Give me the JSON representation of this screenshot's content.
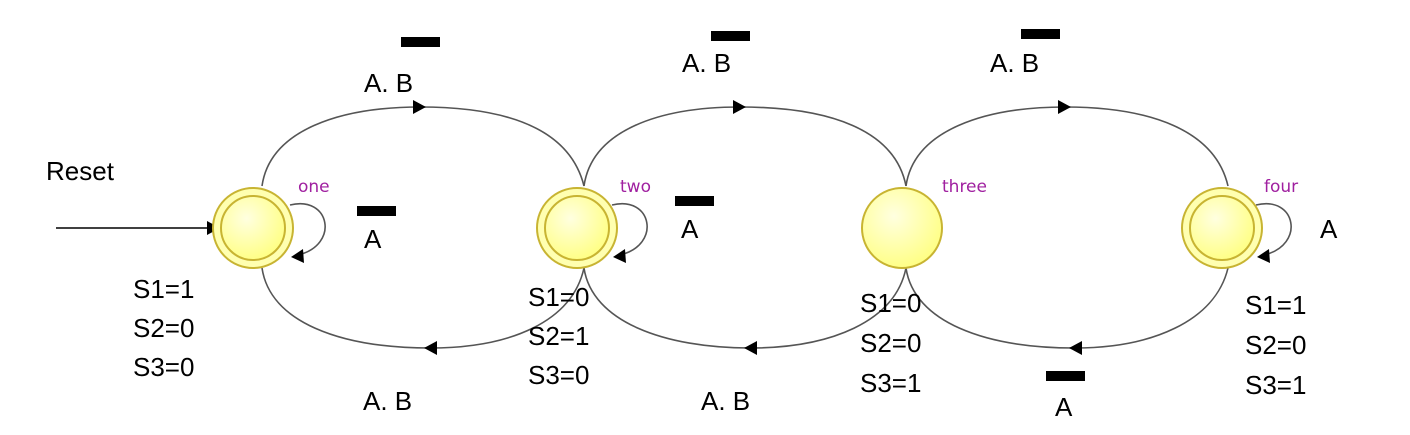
{
  "diagram": {
    "reset_label": "Reset",
    "states": [
      {
        "id": "one",
        "name": "one",
        "accepting": true,
        "outputs": [
          "S1=1",
          "S2=0",
          "S3=0"
        ]
      },
      {
        "id": "two",
        "name": "two",
        "accepting": true,
        "outputs": [
          "S1=0",
          "S2=1",
          "S3=0"
        ]
      },
      {
        "id": "three",
        "name": "three",
        "accepting": false,
        "outputs": [
          "S1=0",
          "S2=0",
          "S3=1"
        ]
      },
      {
        "id": "four",
        "name": "four",
        "accepting": true,
        "outputs": [
          "S1=1",
          "S2=0",
          "S3=1"
        ]
      }
    ],
    "transitions": {
      "one_two_top": {
        "label": "A. B",
        "overbar": "B"
      },
      "two_three_top": {
        "label": "A. B",
        "overbar": "B"
      },
      "three_four_top": {
        "label": "A. B",
        "overbar": "B"
      },
      "two_one_bottom": {
        "label": "A. B"
      },
      "three_two_bottom": {
        "label": "A. B"
      },
      "four_three_bottom": {
        "label": "A",
        "overbar": "A"
      },
      "one_self": {
        "label": "A",
        "overbar": "A"
      },
      "two_self": {
        "label": "A",
        "overbar": "A"
      },
      "four_self": {
        "label": "A"
      }
    },
    "colors": {
      "state_fill": "#ffff99",
      "state_stroke": "#c8b432",
      "state_name": "#a020a0",
      "edge": "#555555"
    }
  }
}
